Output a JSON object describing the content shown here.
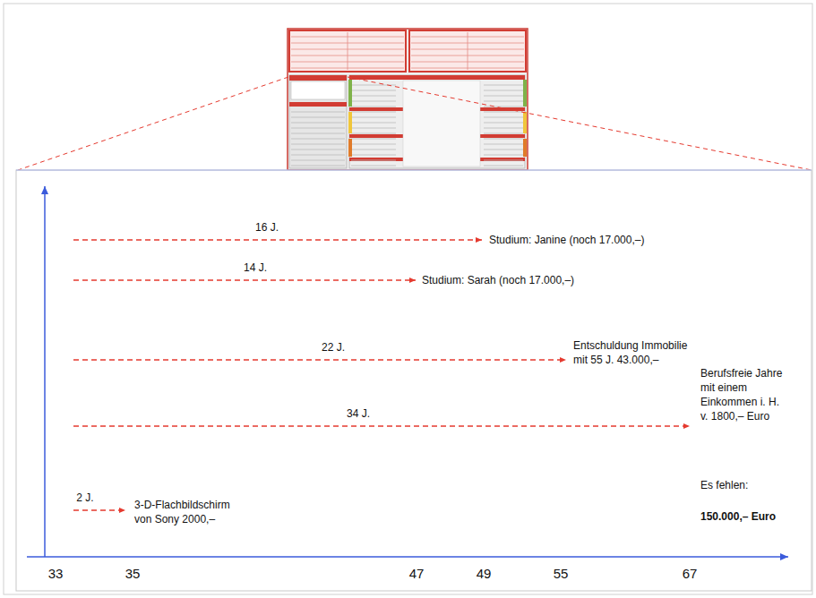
{
  "diagram": {
    "labels": [
      "16 J.",
      "Studium: Janine (noch 17.000,–)",
      "14 J.",
      "Studium: Sarah (noch 17.000,–)",
      "22 J.",
      "Entschuldung Immobilie mit 55 J. 43.000,–",
      "34 J.",
      "Berufsfreie Jahre mit einem Einkommen i. H. v. 1800,– Euro",
      "Es fehlen:",
      "150.000,– Euro",
      "2 J.",
      "3-D-Flachbildschirm von Sony 2000,–",
      "33",
      "35",
      "47",
      "49",
      "55",
      "67"
    ]
  }
}
